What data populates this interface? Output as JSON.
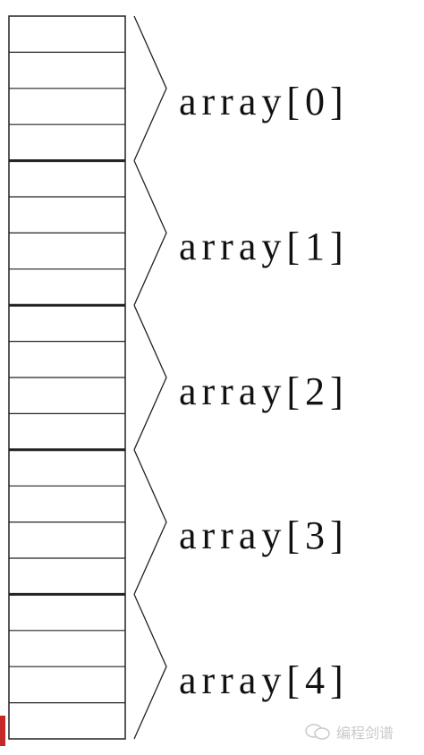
{
  "labels": [
    "array[0]",
    "array[1]",
    "array[2]",
    "array[3]",
    "array[4]"
  ],
  "watermark": {
    "text": "编程剑谱",
    "icon": "wechat-icon"
  },
  "colors": {
    "line": "#222222",
    "text": "#111111",
    "watermark": "#c9c9c9",
    "edge_mark": "#c62828"
  }
}
